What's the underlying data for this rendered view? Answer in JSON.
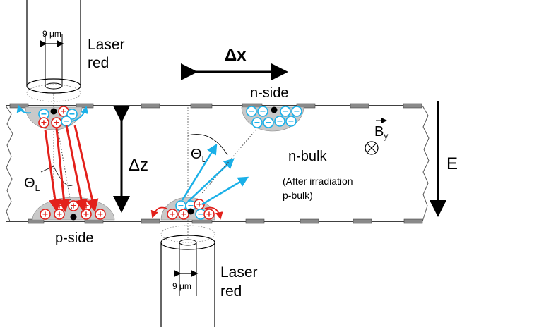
{
  "labels": {
    "laser_top": "Laser",
    "laser_top_color": "red",
    "fiber_top_width": "9 μm",
    "laser_bottom": "Laser",
    "laser_bottom_color": "red",
    "fiber_bottom_width": "9 μm",
    "delta_x": "Δx",
    "delta_z": "Δz",
    "n_side": "n-side",
    "p_side": "p-side",
    "n_bulk": "n-bulk",
    "after_irradiation_line1": "(After irradiation",
    "after_irradiation_line2": "p-bulk)",
    "field_e": "E",
    "b_field": "B",
    "b_field_sub": "y",
    "theta": "Θ",
    "theta_sub": "L",
    "plus": "+",
    "minus": "−"
  },
  "colors": {
    "hole_arrow": "#e3201b",
    "electron_arrow": "#1ab0e8",
    "strip": "#8a8a8a",
    "cluster_fill": "#c9c9c9",
    "hole_fill": "#e3201b",
    "electron_fill": "#1ab0e8"
  }
}
